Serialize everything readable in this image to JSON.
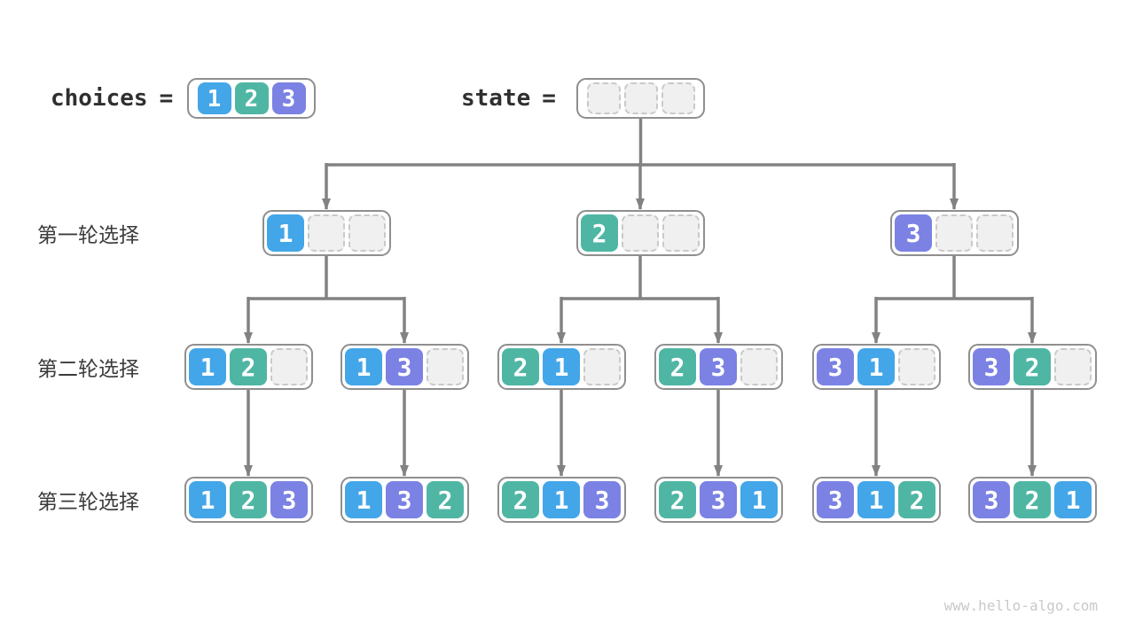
{
  "colors": {
    "cell1": "#43a6e8",
    "cell2": "#4fb6a4",
    "cell3": "#7b82e3",
    "empty_fill": "#f0f0f0",
    "empty_border": "#c9c9c9",
    "container_border": "#8f8f8f",
    "arrow": "#828282",
    "label_text": "#3b3b3b",
    "code_text": "#2f2f2f",
    "watermark_color": "#c9c9c9"
  },
  "legend": {
    "choices_label": "choices",
    "state_label": "state",
    "equals": "=",
    "choices_cells": [
      1,
      2,
      3
    ],
    "state_cells": [
      null,
      null,
      null
    ]
  },
  "rows": [
    {
      "label": "第一轮选择",
      "nodes": [
        {
          "cells": [
            1,
            null,
            null
          ],
          "children": [
            0,
            1
          ]
        },
        {
          "cells": [
            2,
            null,
            null
          ],
          "children": [
            2,
            3
          ]
        },
        {
          "cells": [
            3,
            null,
            null
          ],
          "children": [
            4,
            5
          ]
        }
      ]
    },
    {
      "label": "第二轮选择",
      "nodes": [
        {
          "cells": [
            1,
            2,
            null
          ],
          "children": [
            0
          ]
        },
        {
          "cells": [
            1,
            3,
            null
          ],
          "children": [
            1
          ]
        },
        {
          "cells": [
            2,
            1,
            null
          ],
          "children": [
            2
          ]
        },
        {
          "cells": [
            2,
            3,
            null
          ],
          "children": [
            3
          ]
        },
        {
          "cells": [
            3,
            1,
            null
          ],
          "children": [
            4
          ]
        },
        {
          "cells": [
            3,
            2,
            null
          ],
          "children": [
            5
          ]
        }
      ]
    },
    {
      "label": "第三轮选择",
      "nodes": [
        {
          "cells": [
            1,
            2,
            3
          ]
        },
        {
          "cells": [
            1,
            3,
            2
          ]
        },
        {
          "cells": [
            2,
            1,
            3
          ]
        },
        {
          "cells": [
            2,
            3,
            1
          ]
        },
        {
          "cells": [
            3,
            1,
            2
          ]
        },
        {
          "cells": [
            3,
            2,
            1
          ]
        }
      ]
    }
  ],
  "watermark": "www.hello-algo.com"
}
